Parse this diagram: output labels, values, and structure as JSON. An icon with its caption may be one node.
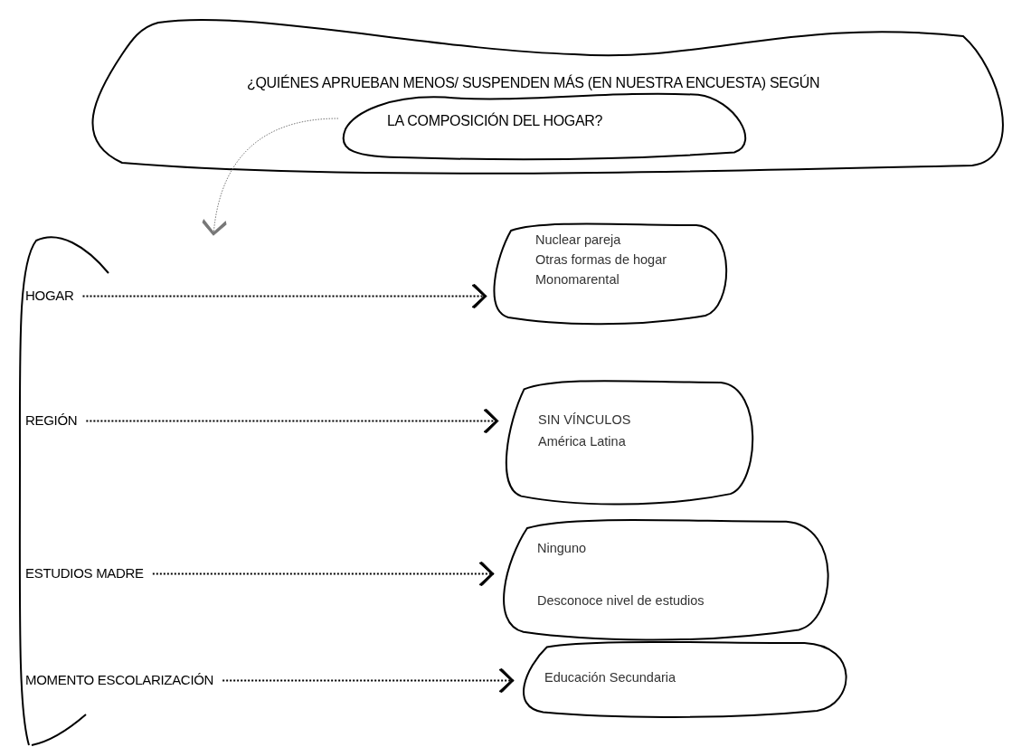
{
  "diagram": {
    "nodes": [
      {
        "text": [
          "¿QUIÉNES APRUEBAN MENOS/ SUSPENDEN MÁS (EN NUESTRA ENCUESTA) SEGÚN"
        ]
      },
      {
        "text": [
          "LA COMPOSICIÓN DEL HOGAR?"
        ],
        "in": 0
      },
      {
        "text": [],
        "shape": "bracket"
      },
      {
        "text": [
          "HOGAR"
        ],
        "in": 2
      },
      {
        "text": [
          "Nuclear pareja",
          "Otras formas de hogar",
          "Monomarental"
        ]
      },
      {
        "text": [
          "REGIÓN"
        ],
        "in": 2
      },
      {
        "text": [
          "SIN VÍNCULOS",
          "América Latina"
        ]
      },
      {
        "text": [
          "ESTUDIOS MADRE"
        ],
        "in": 2
      },
      {
        "text": [
          "Ninguno",
          "Desconoce nivel de estudios"
        ]
      },
      {
        "text": [
          "MOMENTO ESCOLARIZACIÓN"
        ],
        "in": 2
      },
      {
        "text": [
          "Educación Secundaria"
        ]
      }
    ],
    "edges": [
      {
        "from": 1,
        "to": 2,
        "arrow": "to",
        "color": "#777777"
      },
      {
        "from": 3,
        "to": 4,
        "arrow": "to"
      },
      {
        "from": 5,
        "to": 6,
        "arrow": "to"
      },
      {
        "from": 7,
        "to": 8,
        "arrow": "to"
      },
      {
        "from": 9,
        "to": 10,
        "arrow": "to"
      }
    ]
  }
}
